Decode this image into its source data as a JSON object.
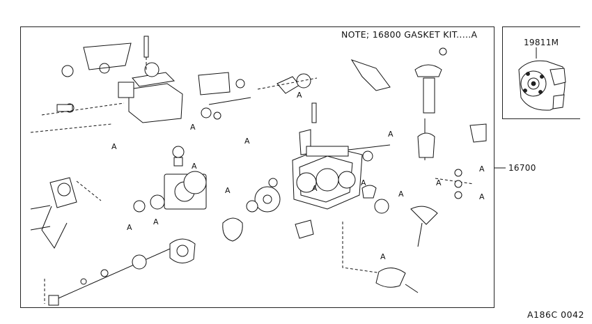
{
  "note": "NOTE; 16800 GASKET KIT.....A",
  "callouts": {
    "inset_part": "19811M",
    "main_part": "16700",
    "gasket_kit_marker": "A"
  },
  "diagram_code": "A186C 0042"
}
